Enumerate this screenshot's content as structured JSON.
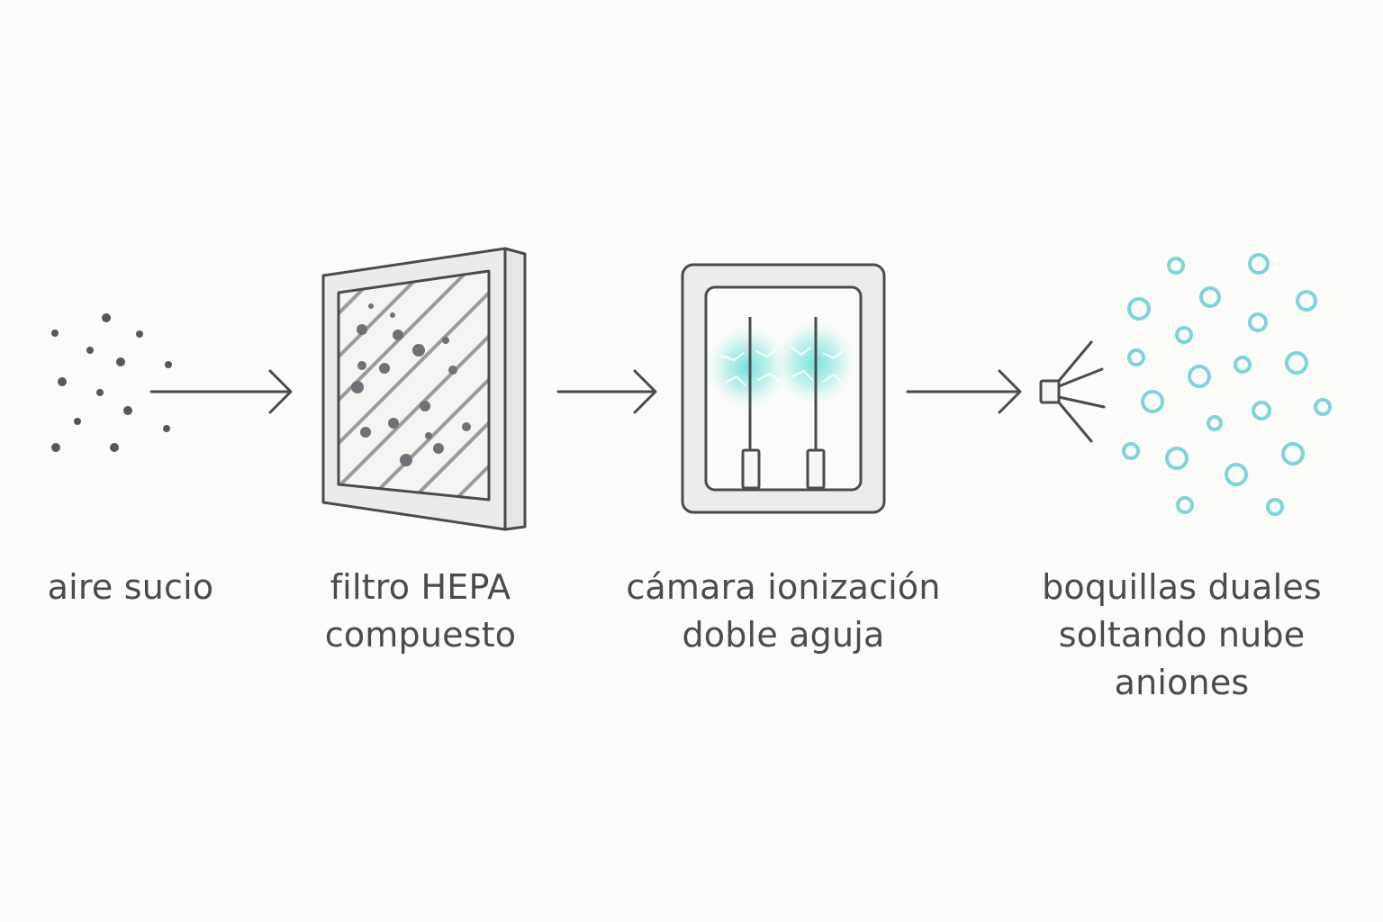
{
  "stages": [
    {
      "id": "dirty-air",
      "lines": [
        "aire sucio"
      ]
    },
    {
      "id": "hepa-filter",
      "lines": [
        "filtro HEPA",
        "compuesto"
      ]
    },
    {
      "id": "ion-chamber",
      "lines": [
        "cámara ionización",
        "doble aguja"
      ]
    },
    {
      "id": "dual-nozzles",
      "lines": [
        "boquillas duales",
        "soltando nube",
        "aniones"
      ]
    }
  ],
  "icons": {
    "dirty_air": "dust-particles-icon",
    "filter": "hepa-filter-icon",
    "chamber": "ionization-chamber-icon",
    "nozzle": "nozzle-icon",
    "anions": "anion-cloud-icon",
    "arrow": "arrow-right-icon"
  },
  "colors": {
    "background": "#fbfbf7",
    "stroke": "#4a4b4e",
    "particle": "#55575b",
    "anion": "#7fd3da",
    "ion_glow": "#6fe0d8"
  }
}
